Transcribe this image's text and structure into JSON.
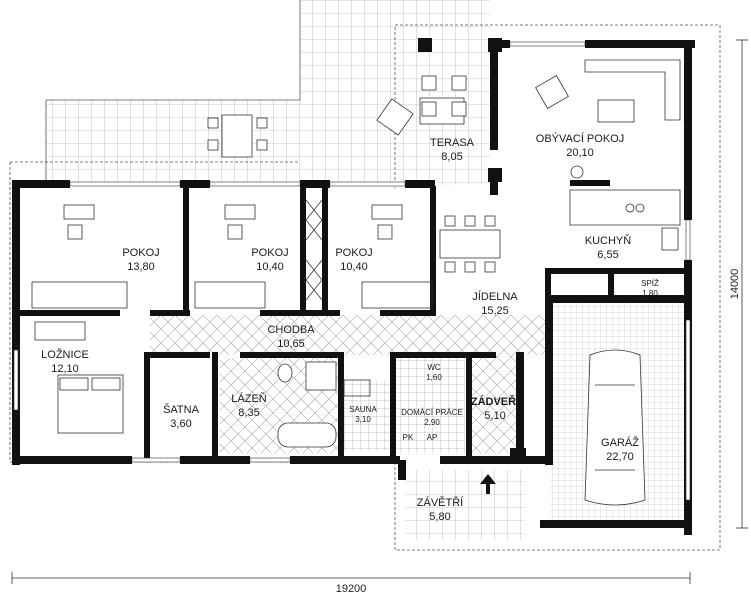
{
  "rooms": {
    "terasa": {
      "name": "TERASA",
      "area": "8,05"
    },
    "obyvaci_pokoj": {
      "name": "OBÝVACÍ POKOJ",
      "area": "20,10"
    },
    "pokoj_1": {
      "name": "POKOJ",
      "area": "13,80"
    },
    "pokoj_2": {
      "name": "POKOJ",
      "area": "10,40"
    },
    "pokoj_3": {
      "name": "POKOJ",
      "area": "10,40"
    },
    "kuchyn": {
      "name": "KUCHYŇ",
      "area": "6,55"
    },
    "spiz": {
      "name": "SPÍŽ",
      "area": "1,80"
    },
    "jidelna": {
      "name": "JÍDELNA",
      "area": "15,25"
    },
    "loznice": {
      "name": "LOŽNICE",
      "area": "12,10"
    },
    "chodba": {
      "name": "CHODBA",
      "area": "10,65"
    },
    "satna": {
      "name": "ŠATNA",
      "area": "3,60"
    },
    "lazen": {
      "name": "LÁZEŇ",
      "area": "8,35"
    },
    "sauna": {
      "name": "SAUNA",
      "area": "3,10"
    },
    "wc": {
      "name": "WC",
      "area": "1,60"
    },
    "domaci_prace": {
      "name": "DOMÁCÍ PRÁCE",
      "area": "2,90"
    },
    "zadveri": {
      "name": "ZÁDVEŘÍ",
      "area": "5,10"
    },
    "garaz": {
      "name": "GARÁŽ",
      "area": "22,70"
    },
    "zavetri": {
      "name": "ZÁVĚTŘÍ",
      "area": "5,80"
    }
  },
  "dimensions": {
    "width": "19200",
    "height": "14000"
  },
  "labels": {
    "pk": "PK",
    "ap": "AP"
  }
}
